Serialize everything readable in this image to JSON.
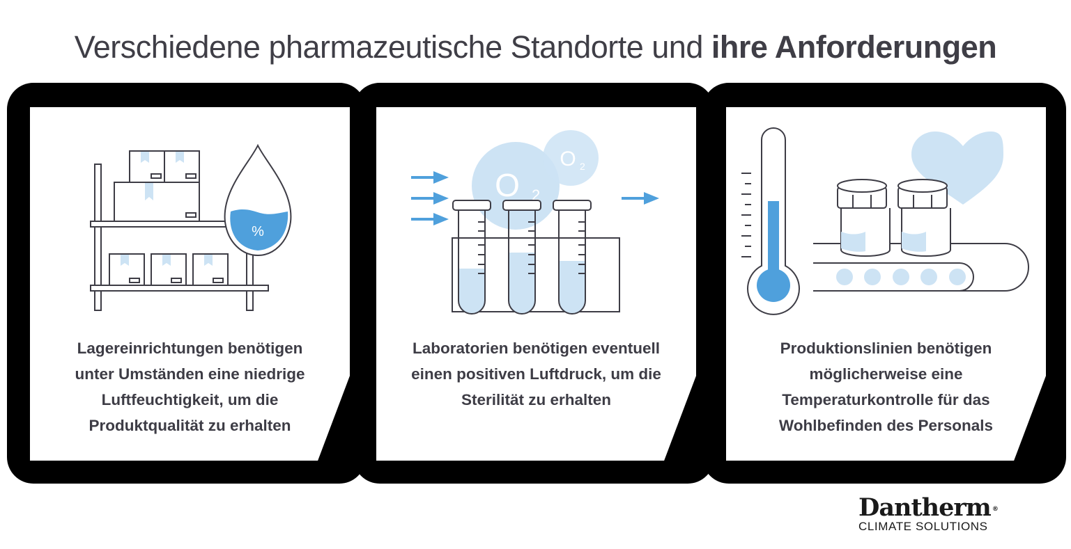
{
  "title": {
    "regular": "Verschiedene pharmazeutische Standorte und",
    "bold": "ihre Anforderungen"
  },
  "colors": {
    "text": "#3d3c45",
    "accent_blue": "#4fa0dc",
    "light_blue": "#cde3f4",
    "line": "#3d3c45",
    "backdrop": "#000000"
  },
  "cards": [
    {
      "icon": "warehouse-shelf-humidity-drop-icon",
      "icon_label": "%",
      "caption_lines": [
        "Lagereinrichtungen benötigen",
        "unter Umständen eine niedrige",
        "Luftfeuchtigkeit, um die",
        "Produktqualität zu erhalten"
      ]
    },
    {
      "icon": "lab-test-tubes-oxygen-icon",
      "icon_label_large": "O",
      "icon_label_small": "O",
      "icon_subscript": "2",
      "caption_lines": [
        "Laboratorien benötigen eventuell",
        "einen positiven Luftdruck, um die",
        "Sterilität zu erhalten"
      ]
    },
    {
      "icon": "thermometer-conveyor-jars-heart-icon",
      "caption_lines": [
        "Produktionslinien benötigen",
        "möglicherweise eine",
        "Temperaturkontrolle für das",
        "Wohlbefinden des Personals"
      ]
    }
  ],
  "logo": {
    "brand": "Dantherm",
    "registered": "®",
    "tagline": "CLIMATE SOLUTIONS"
  }
}
